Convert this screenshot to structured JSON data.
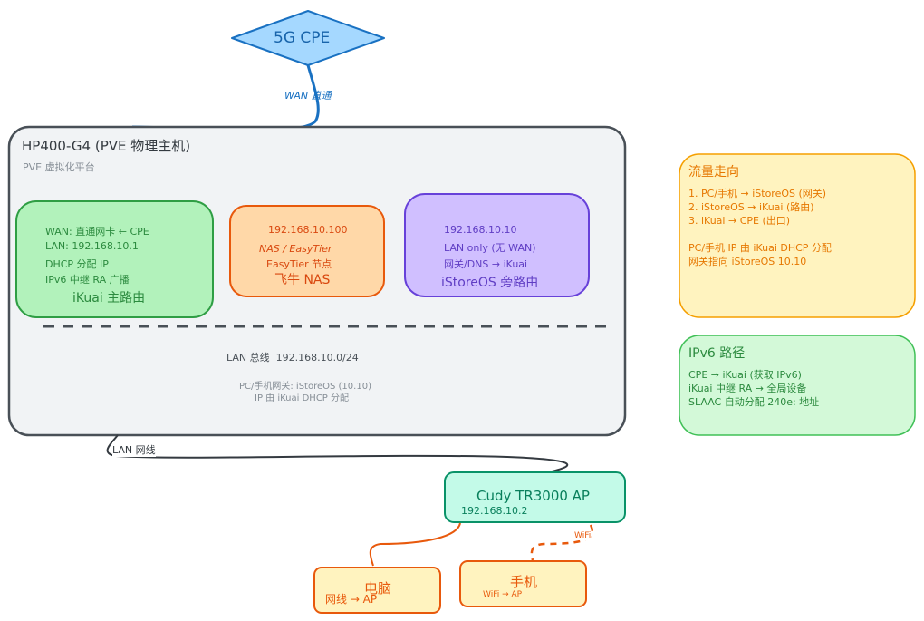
{
  "cpe": {
    "label": "5G CPE"
  },
  "wan_link": {
    "label": "WAN 直通"
  },
  "host": {
    "title": "HP400-G4 (PVE 物理主机)",
    "subtitle": "PVE 虚拟化平台",
    "bus_label": "LAN 总线  192.168.10.0/24",
    "note_line1": "PC/手机网关: iStoreOS (10.10)",
    "note_line2": "IP 由 iKuai DHCP 分配"
  },
  "ikuai": {
    "lines": [
      "WAN: 直通网卡 ← CPE",
      "LAN: 192.168.10.1",
      "DHCP 分配 IP",
      "IPv6 中继 RA 广播"
    ],
    "name": "iKuai 主路由",
    "color": "#2f9e44"
  },
  "nas": {
    "ip": "192.168.10.100",
    "line1": "NAS / EasyTier",
    "line2": "EasyTier 节点",
    "name": "飞牛 NAS",
    "color": "#e8590c"
  },
  "istore": {
    "ip": "192.168.10.10",
    "line1": "LAN only (无 WAN)",
    "line2": "网关/DNS → iKuai",
    "name": "iStoreOS 旁路由",
    "color": "#6741d9"
  },
  "lan_link": {
    "label": "LAN 网线"
  },
  "ap": {
    "name": "Cudy TR3000 AP",
    "ip": "192.168.10.2",
    "color": "#099268"
  },
  "wifi_link": {
    "label": "WiFi"
  },
  "pc": {
    "name": "电脑",
    "detail": "网线 → AP"
  },
  "phone": {
    "name": "手机",
    "detail": "WiFi → AP"
  },
  "flow": {
    "title": "流量走向",
    "lines": [
      "1. PC/手机 → iStoreOS (网关)",
      "2. iStoreOS → iKuai (路由)",
      "3. iKuai → CPE (出口)",
      "",
      "PC/手机 IP 由 iKuai DHCP 分配",
      "网关指向 iStoreOS 10.10"
    ]
  },
  "ipv6": {
    "title": "IPv6 路径",
    "lines": [
      "CPE → iKuai (获取 IPv6)",
      "iKuai 中继 RA → 全局设备",
      "SLAAC 自动分配 240e: 地址"
    ]
  }
}
